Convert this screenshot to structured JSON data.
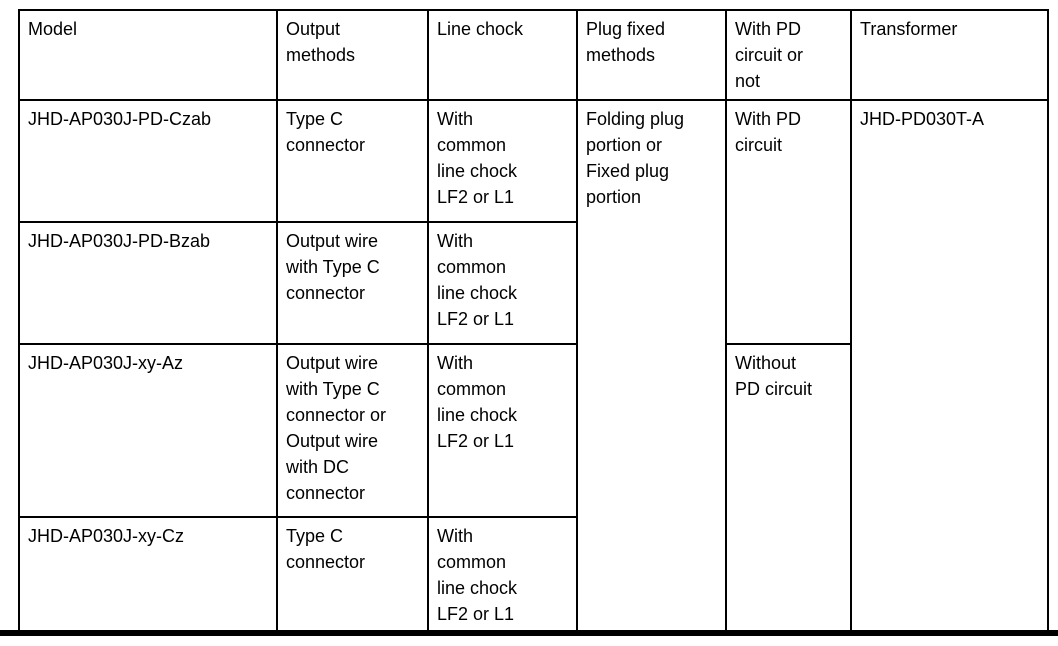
{
  "table": {
    "header": {
      "model": "Model",
      "output_methods": "Output\nmethods",
      "line_chock": "Line chock",
      "plug_fixed_methods": "Plug fixed\nmethods",
      "pd_circuit": "With PD\ncircuit or\nnot",
      "transformer": "Transformer"
    },
    "rows": [
      {
        "model": "JHD-AP030J-PD-Czab",
        "output_method": "Type C\nconnector",
        "line_chock": "With\ncommon\nline chock\nLF2 or L1"
      },
      {
        "model": "JHD-AP030J-PD-Bzab",
        "output_method": "Output wire\nwith Type C\nconnector",
        "line_chock": "With\ncommon\nline chock\nLF2 or L1"
      },
      {
        "model": "JHD-AP030J-xy-Az",
        "output_method": "Output wire\nwith Type C\nconnector or\nOutput wire\nwith DC\nconnector",
        "line_chock": "With\ncommon\nline chock\nLF2 or L1"
      },
      {
        "model": "JHD-AP030J-xy-Cz",
        "output_method": "Type C\nconnector",
        "line_chock": "With\ncommon\nline chock\nLF2 or L1"
      }
    ],
    "merged_cells": {
      "plug_fixed_methods": "Folding plug\nportion or\nFixed plug\nportion",
      "with_pd_circuit": "With PD\ncircuit",
      "without_pd_circuit": "Without\nPD circuit",
      "transformer_model": "JHD-PD030T-A"
    }
  },
  "colors": {
    "border": "#000000",
    "text": "#000000",
    "background": "#ffffff"
  }
}
